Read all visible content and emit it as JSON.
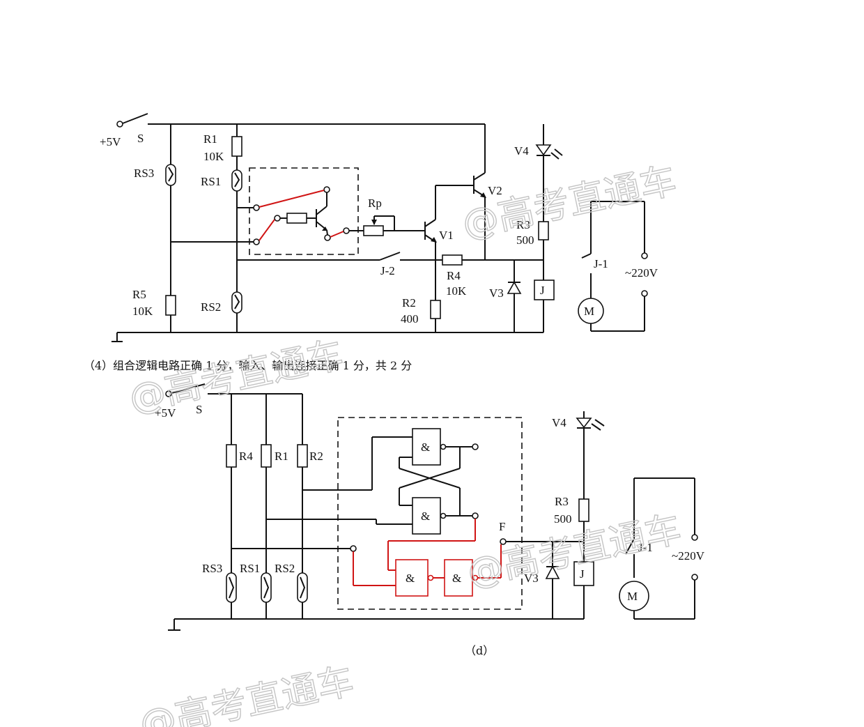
{
  "diagram_top": {
    "supply": "+5V",
    "switch": "S",
    "components": {
      "r1_name": "R1",
      "r1_value": "10K",
      "rs1": "RS1",
      "rs2": "RS2",
      "rs3": "RS3",
      "r5_name": "R5",
      "r5_value": "10K",
      "rp": "Rp",
      "v1": "V1",
      "v2": "V2",
      "v3": "V3",
      "v4": "V4",
      "r3_name": "R3",
      "r3_value": "500",
      "r4_name": "R4",
      "r4_value": "10K",
      "r2_name": "R2",
      "r2_value": "400",
      "j2": "J-2",
      "relay": "J",
      "j1": "J-1",
      "motor": "M",
      "mains": "~220V"
    }
  },
  "caption_text": "（4）组合逻辑电路正确 1 分，输入、输出连接正确 1 分，共 2 分",
  "diagram_bottom": {
    "supply": "+5V",
    "switch": "S",
    "components": {
      "r4": "R4",
      "r1": "R1",
      "r2": "R2",
      "rs3": "RS3",
      "rs1": "RS1",
      "rs2": "RS2",
      "gate_symbol": "&",
      "node_f": "F",
      "v4": "V4",
      "r3_name": "R3",
      "r3_value": "500",
      "v3": "V3",
      "relay": "J",
      "j1": "J-1",
      "mains": "~220V",
      "motor": "M"
    }
  },
  "figure_label": "（d）",
  "watermark": "@高考直通车",
  "colors": {
    "ink": "#111111",
    "highlight_red": "#d01414",
    "watermark": "#c4c4c4"
  }
}
